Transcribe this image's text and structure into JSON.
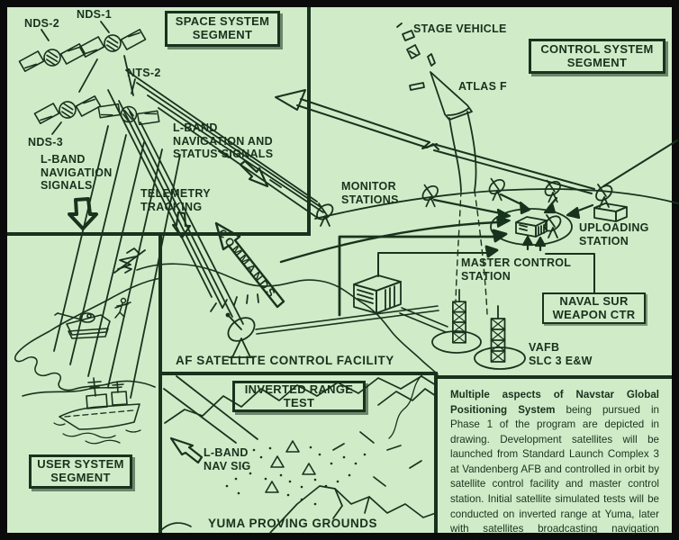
{
  "colors": {
    "background": "#d0ebc8",
    "ink": "#17331d",
    "frame": "#0b0b0b"
  },
  "segments": {
    "space": "SPACE SYSTEM\nSEGMENT",
    "control": "CONTROL SYSTEM\nSEGMENT",
    "user": "USER SYSTEM\nSEGMENT",
    "inverted_range": "INVERTED RANGE\nTEST",
    "naval": "NAVAL SUR\nWEAPON CTR"
  },
  "satellites": {
    "nds1": "NDS-1",
    "nds2": "NDS-2",
    "nds3": "NDS-3",
    "nts2": "NTS-2"
  },
  "labels": {
    "stage_vehicle": "STAGE VEHICLE",
    "atlas_f": "ATLAS F",
    "lband_nav_status": "L-BAND\nNAVIGATION AND\nSTATUS SIGNALS",
    "lband_nav_signals": "L-BAND\nNAVIGATION\nSIGNALS",
    "telemetry_tracking": "TELEMETRY\nTRACKING",
    "commands": "COMMANDS",
    "monitor_stations": "MONITOR\nSTATIONS",
    "uploading_station": "UPLOADING\nSTATION",
    "master_control": "MASTER CONTROL\nSTATION",
    "vafb": "VAFB\nSLC 3 E&W",
    "af_scf": "AF SATELLITE CONTROL FACILITY",
    "lband_nav_sig": "L-BAND\nNAV SIG",
    "yuma": "YUMA PROVING GROUNDS"
  },
  "caption": {
    "lead": "Multiple aspects of Navstar Global Positioning System",
    "body": " being pursued in Phase 1 of the program are depicted in drawing. Development satellites will be launched from Standard Launch Complex 3 at Vandenberg AFB and controlled in orbit by satellite control facility and master control station. Initial satellite simulated tests will be conducted on inverted range at Yuma, later with satellites broadcasting navigation signals."
  }
}
